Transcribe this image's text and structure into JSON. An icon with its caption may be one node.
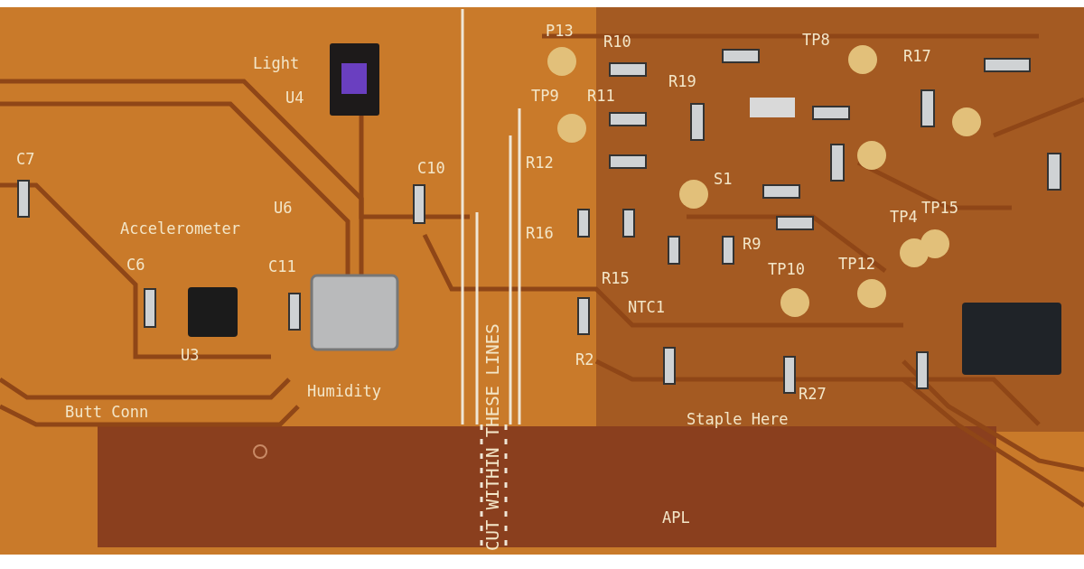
{
  "diagram": {
    "labels": [
      "Light",
      "U4",
      "C7",
      "C10",
      "U6",
      "Accelerometer",
      "C6",
      "C11",
      "U3",
      "Humidity",
      "Butt Conn",
      "P13",
      "R10",
      "TP8",
      "R17",
      "TP9",
      "R11",
      "R19",
      "R12",
      "S1",
      "R16",
      "R9",
      "R15",
      "TP4",
      "TP15",
      "TP10",
      "TP12",
      "NTC1",
      "R2",
      "R27",
      "Staple Here",
      "CUT WITHIN THESE LINES",
      "APL"
    ]
  }
}
